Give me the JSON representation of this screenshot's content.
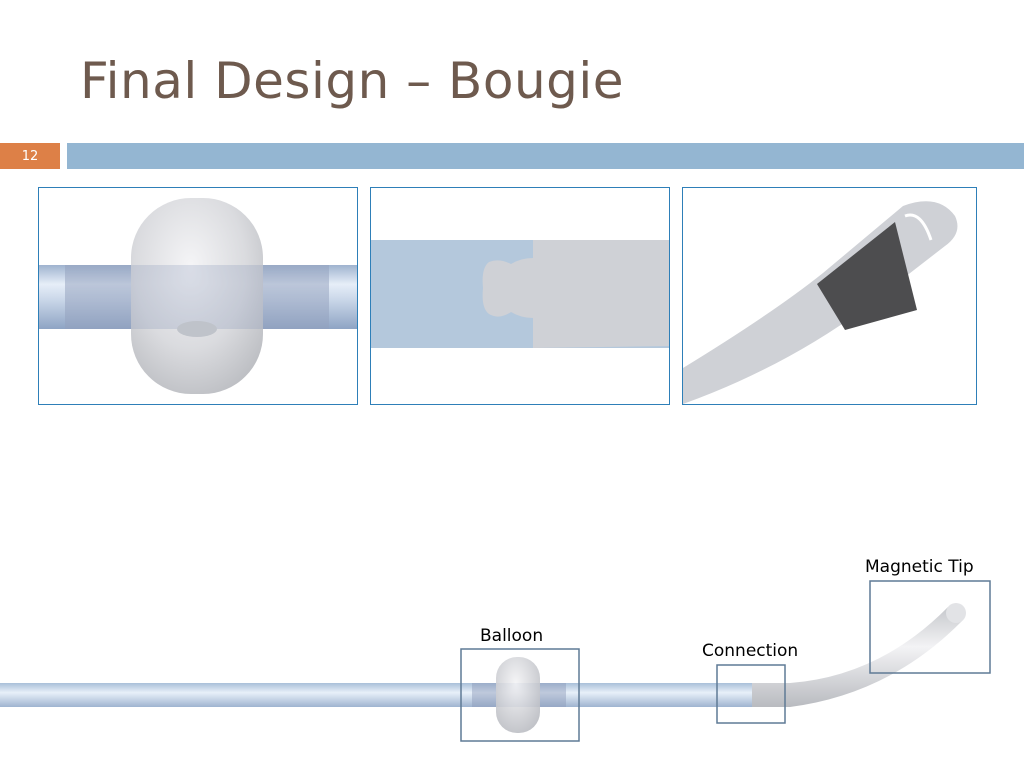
{
  "slide": {
    "title": "Final Design – Bougie",
    "slide_number": "12"
  },
  "labels": {
    "balloon": "Balloon",
    "connection": "Connection",
    "magnetic_tip": "Magnetic Tip"
  },
  "colors": {
    "title": "#6e5a4e",
    "accent_orange": "#dd8047",
    "accent_blue_bar": "#94b6d2",
    "panel_border": "#2e7fb8",
    "tube_blue": "#b4c8dc",
    "tube_gray": "#cfd1d6",
    "magnet_dark": "#4d4d4f"
  }
}
